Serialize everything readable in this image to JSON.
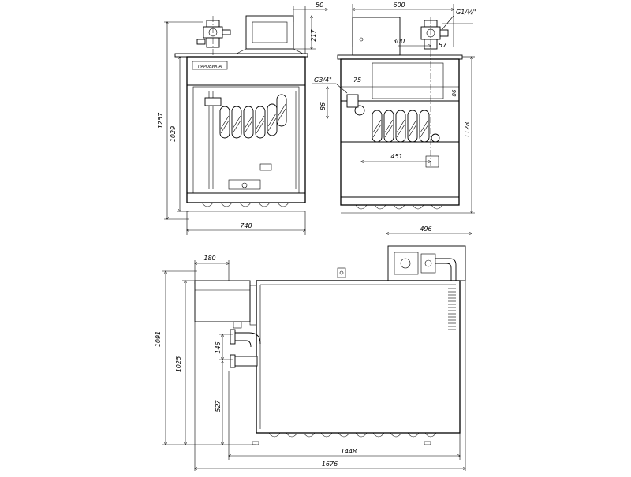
{
  "drawing": {
    "front_view": {
      "nameplate": "ПАРОВИК-А",
      "dims": {
        "height_total": "1257",
        "height_body": "1029",
        "width": "740",
        "panel_offset": "50",
        "panel_height": "217"
      }
    },
    "side_view": {
      "dims": {
        "width_top": "600",
        "thread_top": "G1/½\"",
        "offset_a": "300",
        "offset_b": "57",
        "thread_side": "G3/4\"",
        "offset_c": "75",
        "height_left": "86",
        "height_right": "1128",
        "depth": "451",
        "width_bottom": "496",
        "small": "86"
      }
    },
    "top_view": {
      "dims": {
        "offset_top": "180",
        "height_total": "1091",
        "height_body": "1025",
        "pipe_gap": "146",
        "pipe_height": "527",
        "length_body": "1448",
        "length_total": "1676"
      }
    }
  }
}
